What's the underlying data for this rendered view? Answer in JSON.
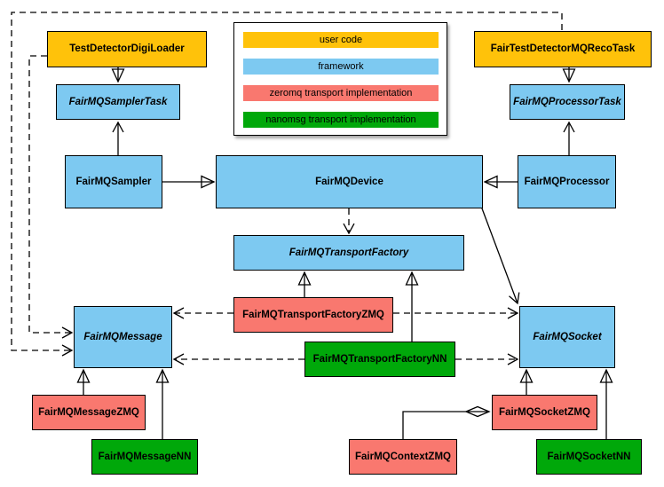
{
  "colors": {
    "user": "#FFC20A",
    "framework": "#7DC9F1",
    "zmq": "#F9786F",
    "nn": "#00A80A",
    "border": "#000000",
    "background": "#FFFFFF"
  },
  "legend": {
    "items": [
      {
        "label": "user code",
        "color": "#FFC20A"
      },
      {
        "label": "framework",
        "color": "#7DC9F1"
      },
      {
        "label": "zeromq transport implementation",
        "color": "#F9786F"
      },
      {
        "label": "nanomsg transport implementation",
        "color": "#00A80A"
      }
    ]
  },
  "nodes": {
    "testDetectorDigiLoader": {
      "label": "TestDetectorDigiLoader",
      "category": "user code",
      "abstract": false
    },
    "fairTestDetectorMQRecoTask": {
      "label": "FairTestDetectorMQRecoTask",
      "category": "user code",
      "abstract": false
    },
    "fairMQSamplerTask": {
      "label": "FairMQSamplerTask",
      "category": "framework",
      "abstract": true
    },
    "fairMQProcessorTask": {
      "label": "FairMQProcessorTask",
      "category": "framework",
      "abstract": true
    },
    "fairMQSampler": {
      "label": "FairMQSampler",
      "category": "framework",
      "abstract": false
    },
    "fairMQDevice": {
      "label": "FairMQDevice",
      "category": "framework",
      "abstract": false
    },
    "fairMQProcessor": {
      "label": "FairMQProcessor",
      "category": "framework",
      "abstract": false
    },
    "fairMQTransportFactory": {
      "label": "FairMQTransportFactory",
      "category": "framework",
      "abstract": true
    },
    "fairMQTransportFactoryZMQ": {
      "label": "FairMQTransportFactoryZMQ",
      "category": "zeromq",
      "abstract": false
    },
    "fairMQTransportFactoryNN": {
      "label": "FairMQTransportFactoryNN",
      "category": "nanomsg",
      "abstract": false
    },
    "fairMQMessage": {
      "label": "FairMQMessage",
      "category": "framework",
      "abstract": true
    },
    "fairMQMessageZMQ": {
      "label": "FairMQMessageZMQ",
      "category": "zeromq",
      "abstract": false
    },
    "fairMQMessageNN": {
      "label": "FairMQMessageNN",
      "category": "nanomsg",
      "abstract": false
    },
    "fairMQSocket": {
      "label": "FairMQSocket",
      "category": "framework",
      "abstract": true
    },
    "fairMQSocketZMQ": {
      "label": "FairMQSocketZMQ",
      "category": "zeromq",
      "abstract": false
    },
    "fairMQSocketNN": {
      "label": "FairMQSocketNN",
      "category": "nanomsg",
      "abstract": false
    },
    "fairMQContextZMQ": {
      "label": "FairMQContextZMQ",
      "category": "zeromq",
      "abstract": false
    }
  },
  "edges": [
    {
      "from": "TestDetectorDigiLoader",
      "to": "FairMQSamplerTask",
      "type": "generalization"
    },
    {
      "from": "FairTestDetectorMQRecoTask",
      "to": "FairMQProcessorTask",
      "type": "generalization"
    },
    {
      "from": "FairMQSampler",
      "to": "FairMQDevice",
      "type": "generalization"
    },
    {
      "from": "FairMQProcessor",
      "to": "FairMQDevice",
      "type": "generalization"
    },
    {
      "from": "FairMQSampler",
      "to": "FairMQSamplerTask",
      "type": "association"
    },
    {
      "from": "FairMQProcessor",
      "to": "FairMQProcessorTask",
      "type": "association"
    },
    {
      "from": "FairMQDevice",
      "to": "FairMQTransportFactory",
      "type": "dependency"
    },
    {
      "from": "FairMQDevice",
      "to": "FairMQSocket",
      "type": "association"
    },
    {
      "from": "FairMQTransportFactoryZMQ",
      "to": "FairMQTransportFactory",
      "type": "generalization"
    },
    {
      "from": "FairMQTransportFactoryNN",
      "to": "FairMQTransportFactory",
      "type": "generalization"
    },
    {
      "from": "FairMQTransportFactoryZMQ",
      "to": "FairMQMessage",
      "type": "dependency"
    },
    {
      "from": "FairMQTransportFactoryZMQ",
      "to": "FairMQSocket",
      "type": "dependency"
    },
    {
      "from": "FairMQTransportFactoryNN",
      "to": "FairMQMessage",
      "type": "dependency"
    },
    {
      "from": "FairMQTransportFactoryNN",
      "to": "FairMQSocket",
      "type": "dependency"
    },
    {
      "from": "TestDetectorDigiLoader",
      "to": "FairMQMessage",
      "type": "dependency"
    },
    {
      "from": "FairTestDetectorMQRecoTask",
      "to": "FairMQMessage",
      "type": "dependency"
    },
    {
      "from": "FairMQMessageZMQ",
      "to": "FairMQMessage",
      "type": "generalization"
    },
    {
      "from": "FairMQMessageNN",
      "to": "FairMQMessage",
      "type": "generalization"
    },
    {
      "from": "FairMQSocketZMQ",
      "to": "FairMQSocket",
      "type": "generalization"
    },
    {
      "from": "FairMQSocketNN",
      "to": "FairMQSocket",
      "type": "generalization"
    },
    {
      "from": "FairMQContextZMQ",
      "to": "FairMQSocketZMQ",
      "type": "composition"
    }
  ]
}
